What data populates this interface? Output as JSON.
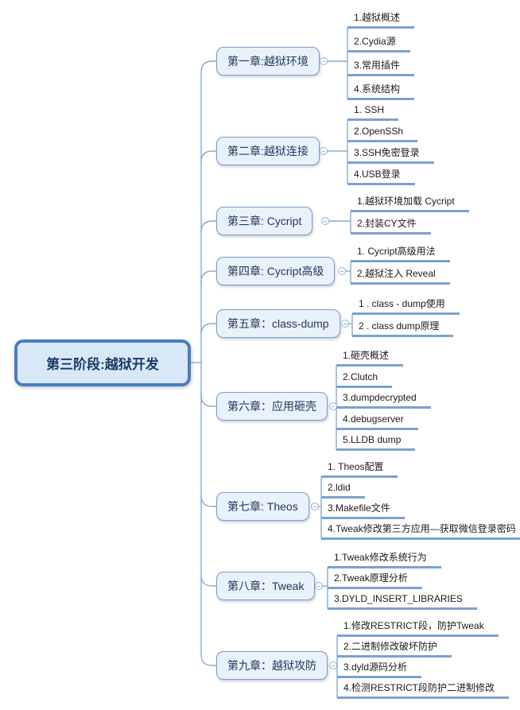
{
  "root": {
    "label": "第三阶段:越狱开发"
  },
  "chapters": [
    {
      "label": "第一章:越狱环境",
      "children": [
        "1.越狱概述",
        "2.Cydia源",
        "3.常用插件",
        "4.系统结构"
      ]
    },
    {
      "label": "第二章:越狱连接",
      "children": [
        "1. SSH",
        "2.OpenSSh",
        "3.SSH免密登录",
        "4.USB登录"
      ]
    },
    {
      "label": "第三章: Cycript",
      "children": [
        "1.越狱环境加载 Cycript",
        "2.封装CY文件"
      ]
    },
    {
      "label": "第四章: Cycript高级",
      "children": [
        "1. Cycript高级用法",
        "2.越狱注入 Reveal"
      ]
    },
    {
      "label": "第五章：class-dump",
      "children": [
        "1 . class - dump使用",
        "2 . class dump原理"
      ]
    },
    {
      "label": "第六章：应用砸壳",
      "children": [
        "1.砸壳概述",
        "2.Clutch",
        "3.dumpdecrypted",
        "4.debugserver",
        "5.LLDB dump"
      ]
    },
    {
      "label": "第七章: Theos",
      "children": [
        "1. Theos配置",
        "2.ldid",
        "3.Makefile文件",
        "4.Tweak修改第三方应用—获取微信登录密码"
      ]
    },
    {
      "label": "第八章：Tweak",
      "children": [
        "1.Tweak修改系统行为",
        "2.Tweak原理分析",
        "3.DYLD_INSERT_LIBRARIES"
      ]
    },
    {
      "label": "第九章：越狱攻防",
      "children": [
        "1.修改RESTRICT段，防护Tweak",
        "2.二进制修改破坏防护",
        "3.dyld源码分析",
        "4.检测RESTRICT段防护二进制修改"
      ]
    }
  ],
  "colors": {
    "root_fill": "#d9e8f8",
    "root_border": "#4a7dbf",
    "root_text": "#1d3a66",
    "topic_fill": "#e9f1fb",
    "topic_border": "#7a9cc9",
    "topic_text": "#22395c",
    "subtopic_text": "#1a1a1a",
    "branch_line": "#8aaad2",
    "subtopic_line": "#7aa2d0"
  }
}
